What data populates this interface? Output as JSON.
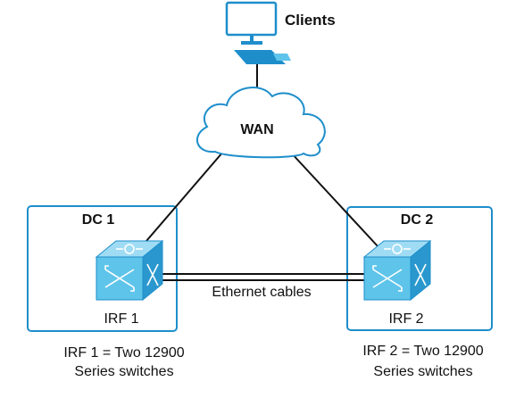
{
  "nodes": {
    "clients": {
      "label": "Clients",
      "icon": "computer-icon"
    },
    "wan": {
      "label": "WAN",
      "icon": "cloud-icon"
    },
    "dc1": {
      "title": "DC 1",
      "switch_label": "IRF 1",
      "caption_line1": "IRF 1 = Two 12900",
      "caption_line2": "Series switches",
      "icon": "switch-icon"
    },
    "dc2": {
      "title": "DC 2",
      "switch_label": "IRF 2",
      "caption_line1": "IRF 2 = Two 12900",
      "caption_line2": "Series switches",
      "icon": "switch-icon"
    }
  },
  "links": {
    "ethernet_label": "Ethernet cables"
  },
  "colors": {
    "accent_blue": "#1e8ecb",
    "line": "#111111",
    "cloud_fill": "#ffffff",
    "switch_face": "#5ec4ea",
    "switch_top": "#9fdcf4",
    "switch_side": "#2a98cf"
  }
}
